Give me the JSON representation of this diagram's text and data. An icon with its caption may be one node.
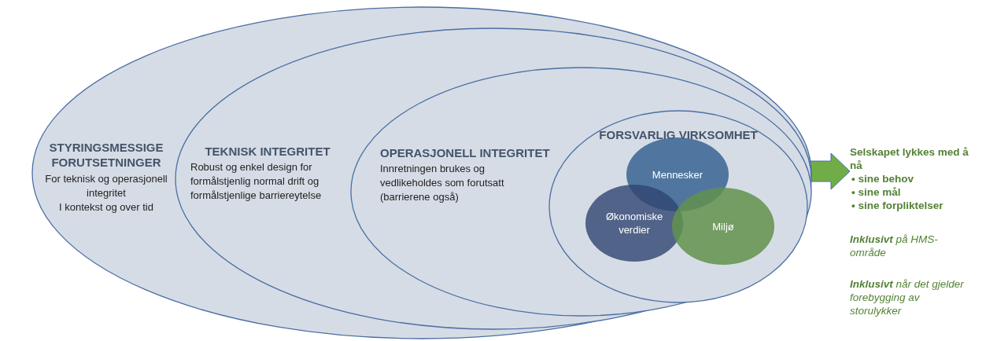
{
  "diagram": {
    "nodes": [
      {
        "text": [
          "STYRINGSMESSIGE FORUTSETNINGER",
          "For teknisk og operasjonell integritet",
          "I kontekst og over tid"
        ]
      },
      {
        "text": [
          "TEKNISK INTEGRITET",
          "Robust og enkel design for formålstjenlig normal drift og formålstjenlige barriereytelse"
        ],
        "in": 0
      },
      {
        "text": [
          "OPERASJONELL INTEGRITET",
          "Innretningen brukes og vedlikeholdes som forutsatt (barrierene også)"
        ],
        "in": 1
      },
      {
        "text": [
          "FORSVARLIG VIRKSOMHET"
        ],
        "in": 2
      },
      {
        "text": [
          "Mennesker"
        ],
        "in": 3
      },
      {
        "text": [
          "Økonomiske verdier"
        ],
        "in": 3
      },
      {
        "text": [
          "Miljø"
        ],
        "in": 3
      },
      {
        "text": [
          "Selskapet lykkes med å nå",
          "• sine behov",
          "• sine mål",
          "• sine forpliktelser"
        ]
      }
    ],
    "edges": [
      {
        "from": 3,
        "to": 7,
        "arrow": "to",
        "style": "thick",
        "color": "#70ad47"
      }
    ],
    "labels": [
      "**Inklusivt** på HMS-område",
      "**Inklusivt** når det gjelder forebygging av storulykker"
    ]
  }
}
